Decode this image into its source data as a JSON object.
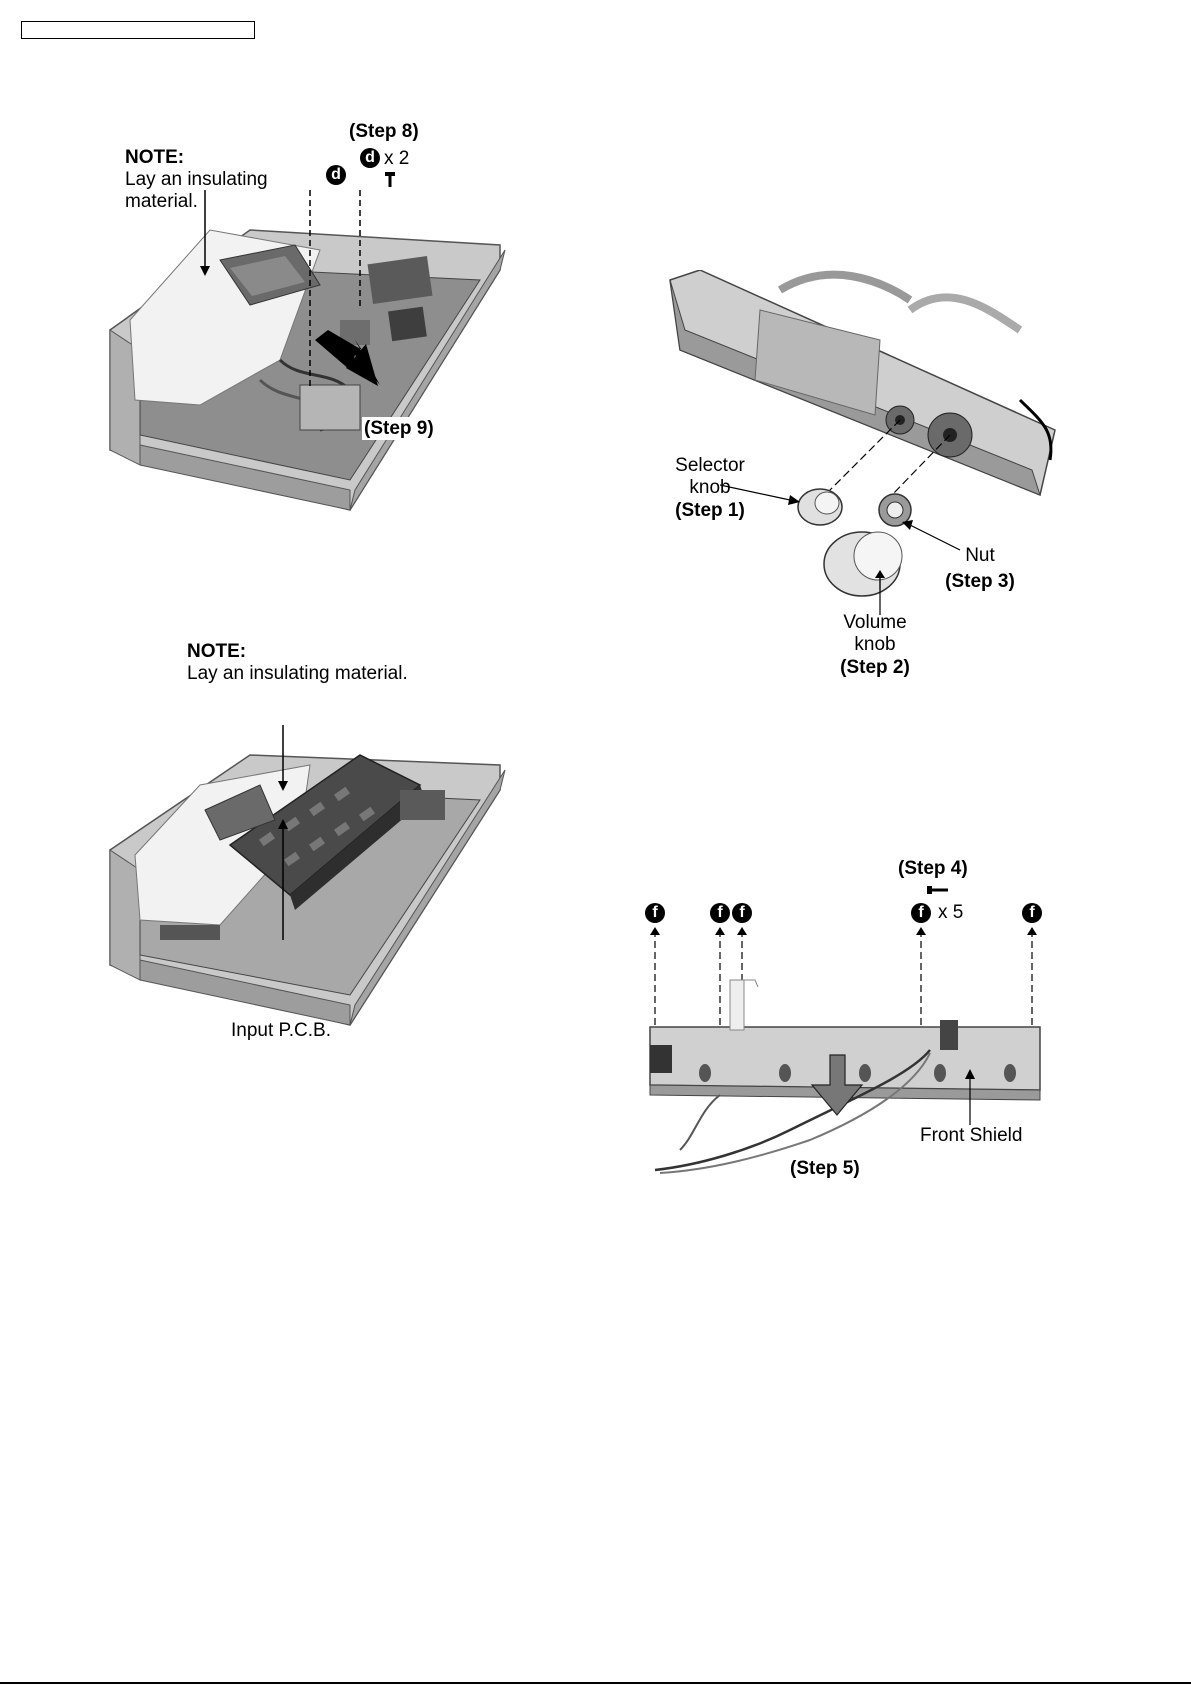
{
  "fig1": {
    "note_title": "NOTE:",
    "note_line1": "Lay an insulating",
    "note_line2": "material.",
    "step8": "(Step 8)",
    "screw_letter": "d",
    "screw_count": "x 2",
    "step9": "(Step 9)"
  },
  "fig2": {
    "selector_line1": "Selector",
    "selector_line2": "knob",
    "selector_step": "(Step 1)",
    "nut": "Nut",
    "nut_step": "(Step 3)",
    "volume_line1": "Volume",
    "volume_line2": "knob",
    "volume_step": "(Step 2)"
  },
  "fig3": {
    "note_title": "NOTE:",
    "note_line": "Lay an insulating material.",
    "input_pcb": "Input P.C.B."
  },
  "fig4": {
    "step4": "(Step 4)",
    "screw_letter": "f",
    "screw_count": "x 5",
    "front_shield": "Front Shield",
    "step5": "(Step 5)"
  }
}
